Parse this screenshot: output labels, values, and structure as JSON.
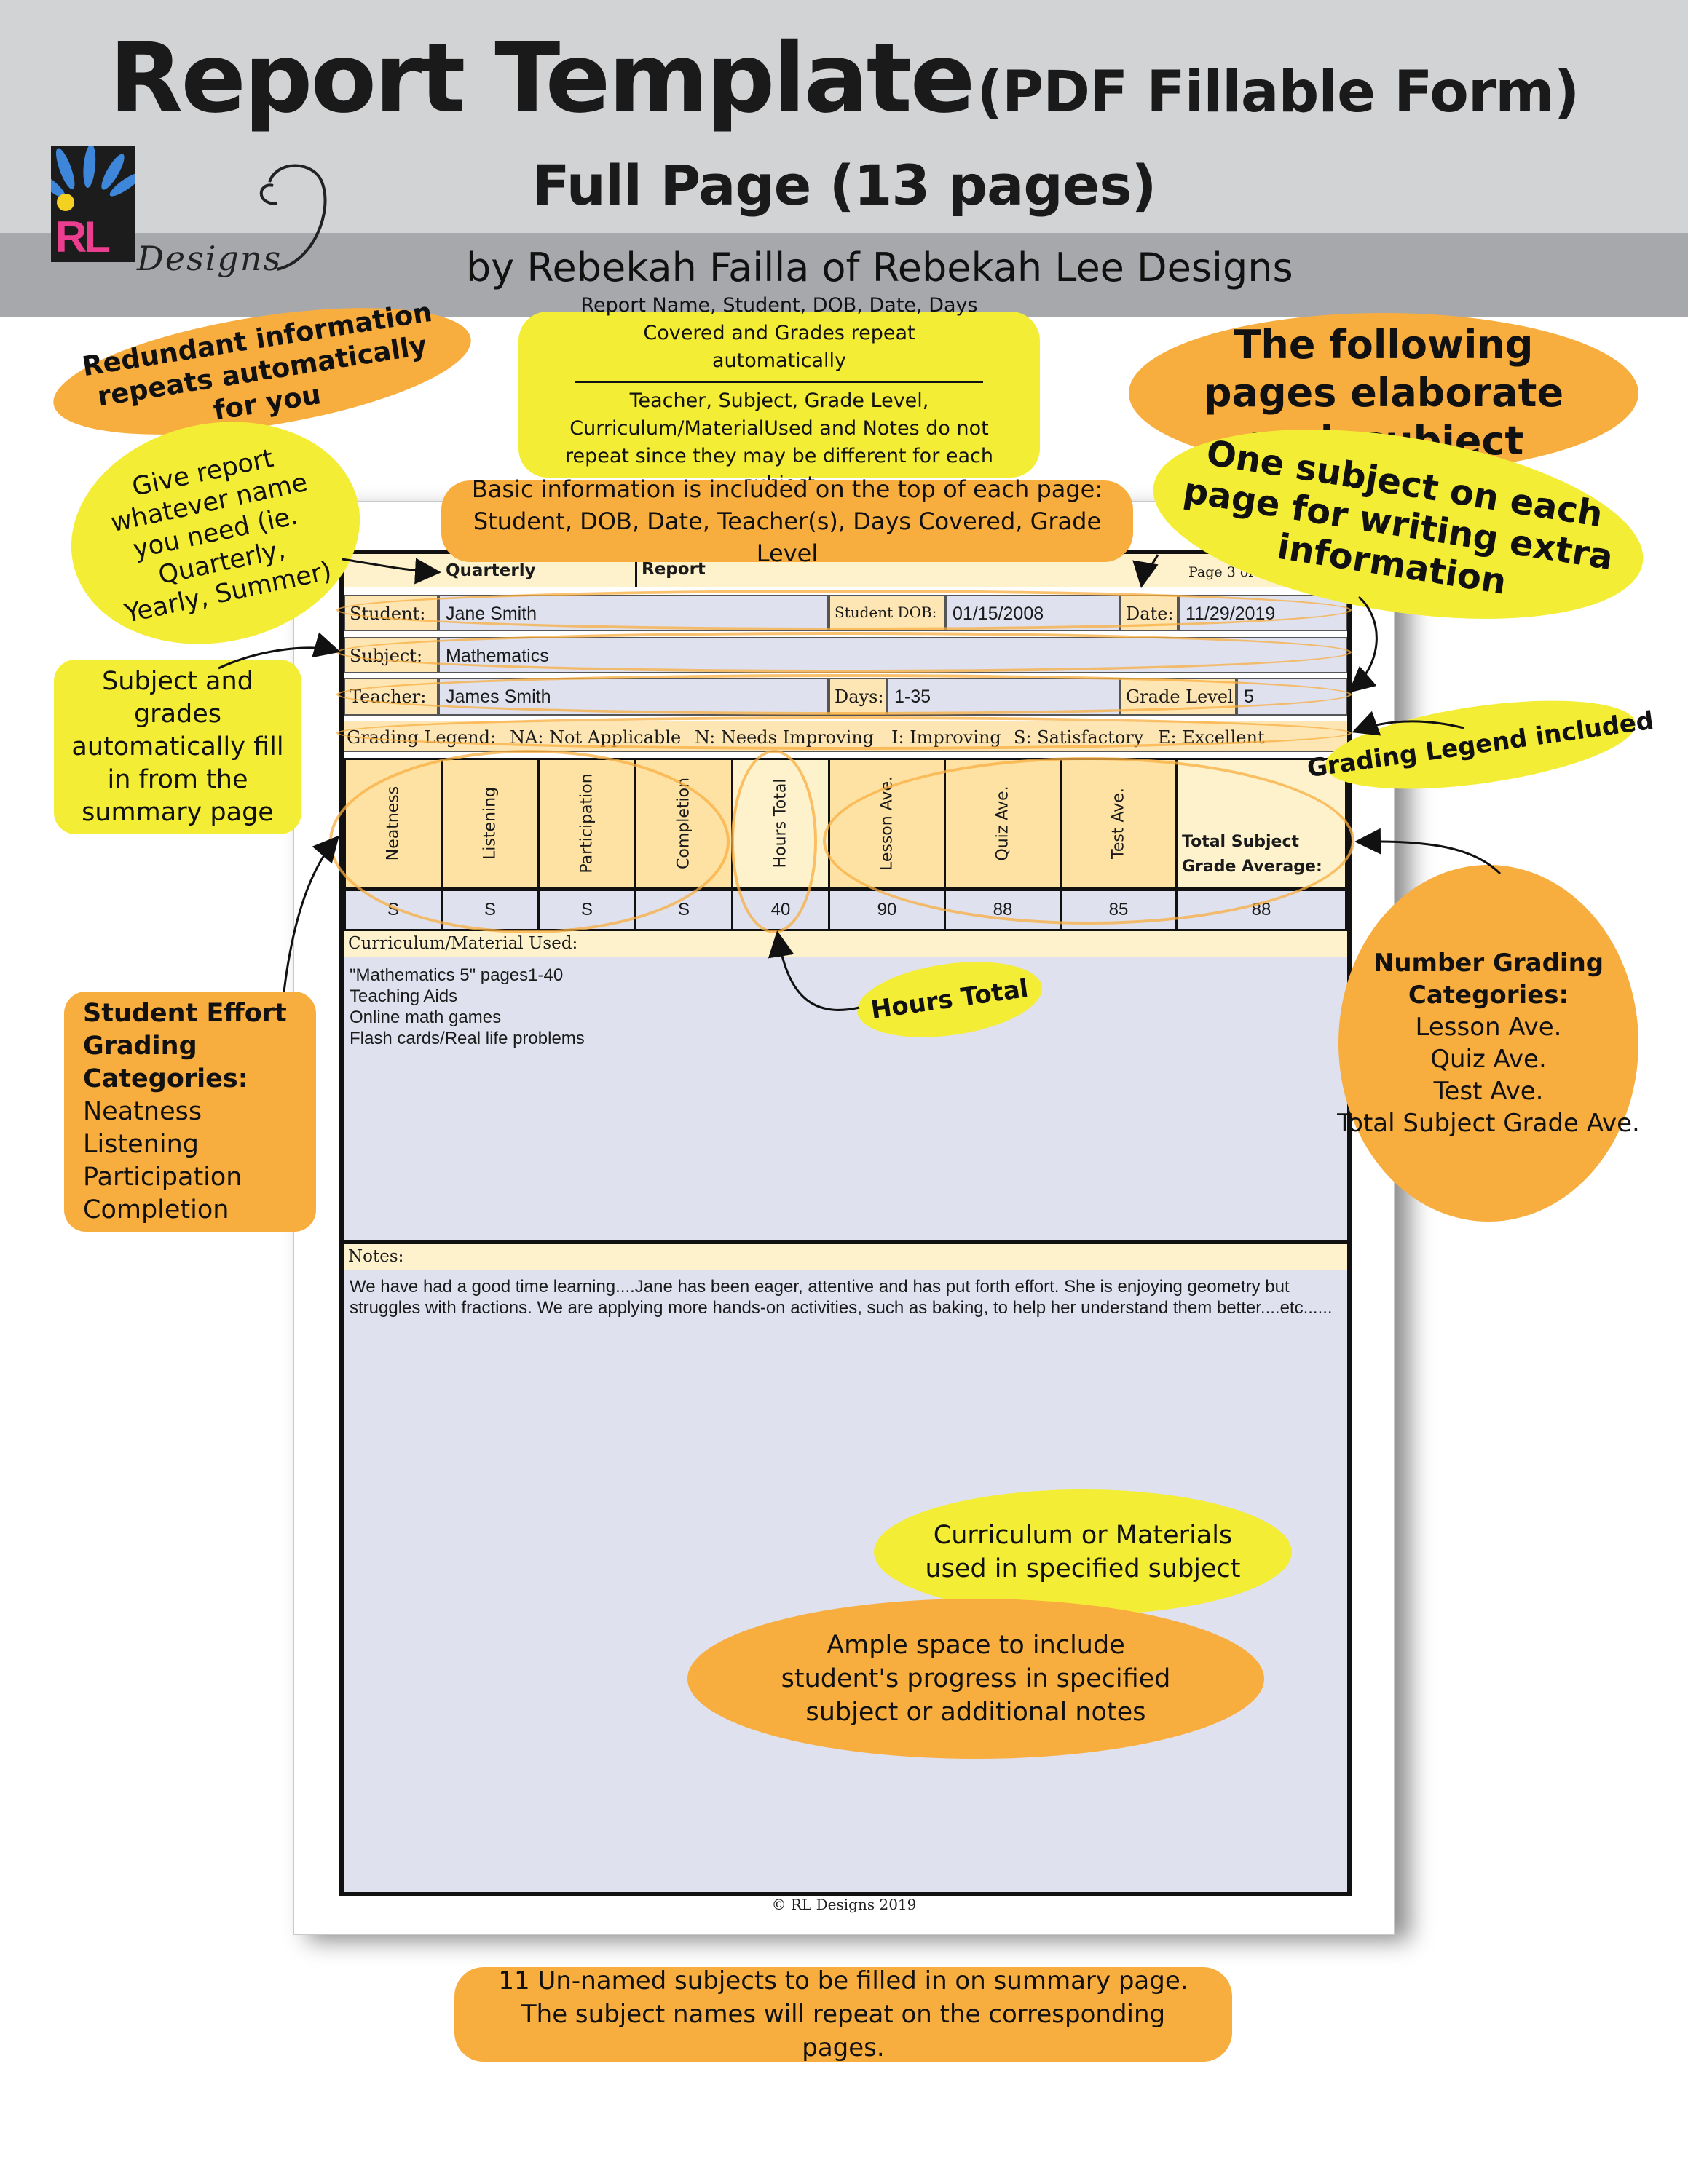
{
  "header": {
    "title_main": "Report Template",
    "title_paren": "(PDF Fillable Form)",
    "subtitle": "Full Page (13 pages)",
    "byline": "by Rebekah Failla of Rebekah Lee Designs",
    "logo_text": "RL",
    "logo_script": "Designs"
  },
  "colors": {
    "header_bg": "#d2d3d5",
    "header_band": "#a7a8ab",
    "callout_yellow": "#f4ed35",
    "callout_orange": "#f8ad3f",
    "label_bg": "#fde6b3",
    "field_bg": "#dfe1ef"
  },
  "form": {
    "report_type_value": "Quarterly",
    "report_label": "Report",
    "page_indicator": "Page 3 of 13",
    "student_label": "Student:",
    "student_value": "Jane Smith",
    "dob_label": "Student DOB:",
    "dob_value": "01/15/2008",
    "date_label": "Date:",
    "date_value": "11/29/2019",
    "subject_label": "Subject:",
    "subject_value": "Mathematics",
    "teacher_label": "Teacher:",
    "teacher_value": "James Smith",
    "days_label": "Days:",
    "days_value": "1-35",
    "grade_level_label": "Grade Level:",
    "grade_level_value": "5",
    "legend": {
      "label": "Grading Legend:",
      "items": [
        "NA: Not Applicable",
        "N: Needs Improving",
        "I: Improving",
        "S: Satisfactory",
        "E: Excellent"
      ]
    },
    "grades": {
      "headers": [
        "Neatness",
        "Listening",
        "Participation",
        "Completion",
        "Hours Total",
        "Lesson Ave.",
        "Quiz Ave.",
        "Test Ave.",
        "Total Subject Grade Average:"
      ],
      "values": [
        "S",
        "S",
        "S",
        "S",
        "40",
        "90",
        "88",
        "85",
        "88"
      ]
    },
    "curriculum_label": "Curriculum/Material Used:",
    "curriculum_lines": [
      "\"Mathematics 5\" pages1-40",
      "Teaching Aids",
      "Online math games",
      "Flash cards/Real life problems"
    ],
    "notes_label": "Notes:",
    "notes_text": "We have had a good time learning....Jane has been eager, attentive and has put forth effort. She is enjoying geometry but struggles with fractions. We are applying more hands-on activities, such as baking, to help her understand them better....etc......",
    "copyright": "© RL Designs 2019"
  },
  "callouts": {
    "redundant": "Redundant information repeats automatically for you",
    "report_name_repeat": "Report Name, Student, DOB, Date, Days Covered and Grades repeat automatically",
    "no_repeat": "Teacher, Subject, Grade Level, Curriculum/MaterialUsed and Notes do not repeat since they may be different for each subject",
    "following_pages": "The following pages elaborate each subject",
    "give_report": "Give report whatever name you need (ie. Quarterly, Yearly, Summer)",
    "basic_info": "Basic information is included on the top of each page: Student, DOB, Date, Teacher(s), Days Covered, Grade Level",
    "one_subject": "One subject on each page for writing extra information",
    "autofill": "Subject and grades automatically fill in from the summary page",
    "legend_included": "Grading Legend included",
    "hours_total": "Hours Total",
    "effort_title": "Student Effort Grading Categories:",
    "effort_items": [
      "Neatness",
      "Listening",
      "Participation",
      "Completion"
    ],
    "number_title": "Number Grading Categories:",
    "number_items": [
      "Lesson Ave.",
      "Quiz Ave.",
      "Test Ave.",
      "Total Subject Grade Ave."
    ],
    "curriculum_used": "Curriculum or Materials used in specified subject",
    "ample_space": "Ample space to include student's progress in specified subject or additional notes",
    "unnamed_subjects": "11 Un-named subjects to be filled in on summary page. The subject names will repeat on the corresponding pages."
  }
}
